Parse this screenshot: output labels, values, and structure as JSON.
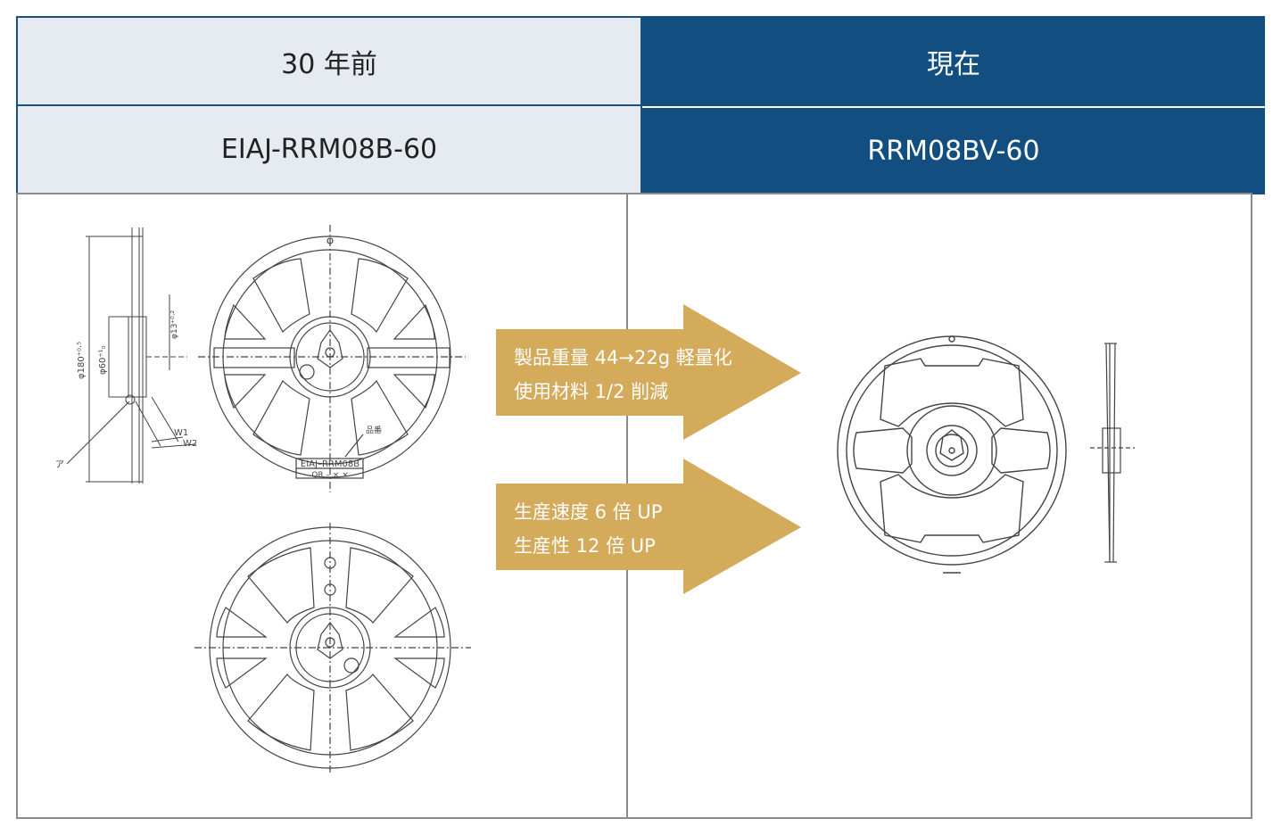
{
  "header": {
    "left_title": "30 年前",
    "right_title": "現在",
    "left_model": "EIAJ-RRM08B-60",
    "right_model": "RRM08BV-60"
  },
  "arrows": [
    {
      "lines": [
        "製品重量 44→22g 軽量化",
        "使用材料 1/2 削減"
      ]
    },
    {
      "lines": [
        "生産速度 6 倍 UP",
        "生産性 12 倍 UP"
      ]
    }
  ],
  "drawing_labels": {
    "dim_180": "φ180⁺⁰·⁵",
    "dim_60": "φ60⁺¹₀",
    "dim_13": "φ13⁺⁰·²",
    "w1": "W1",
    "w2": "W2",
    "a": "ア",
    "hinban": "品番",
    "nameplate_top": "EIAJ–RRM08B",
    "nameplate_bottom": "QR – × ×"
  },
  "colors": {
    "navy": "#124f80",
    "light": "#e6ebf1",
    "gold": "#d4aa5b",
    "line": "#444444"
  }
}
